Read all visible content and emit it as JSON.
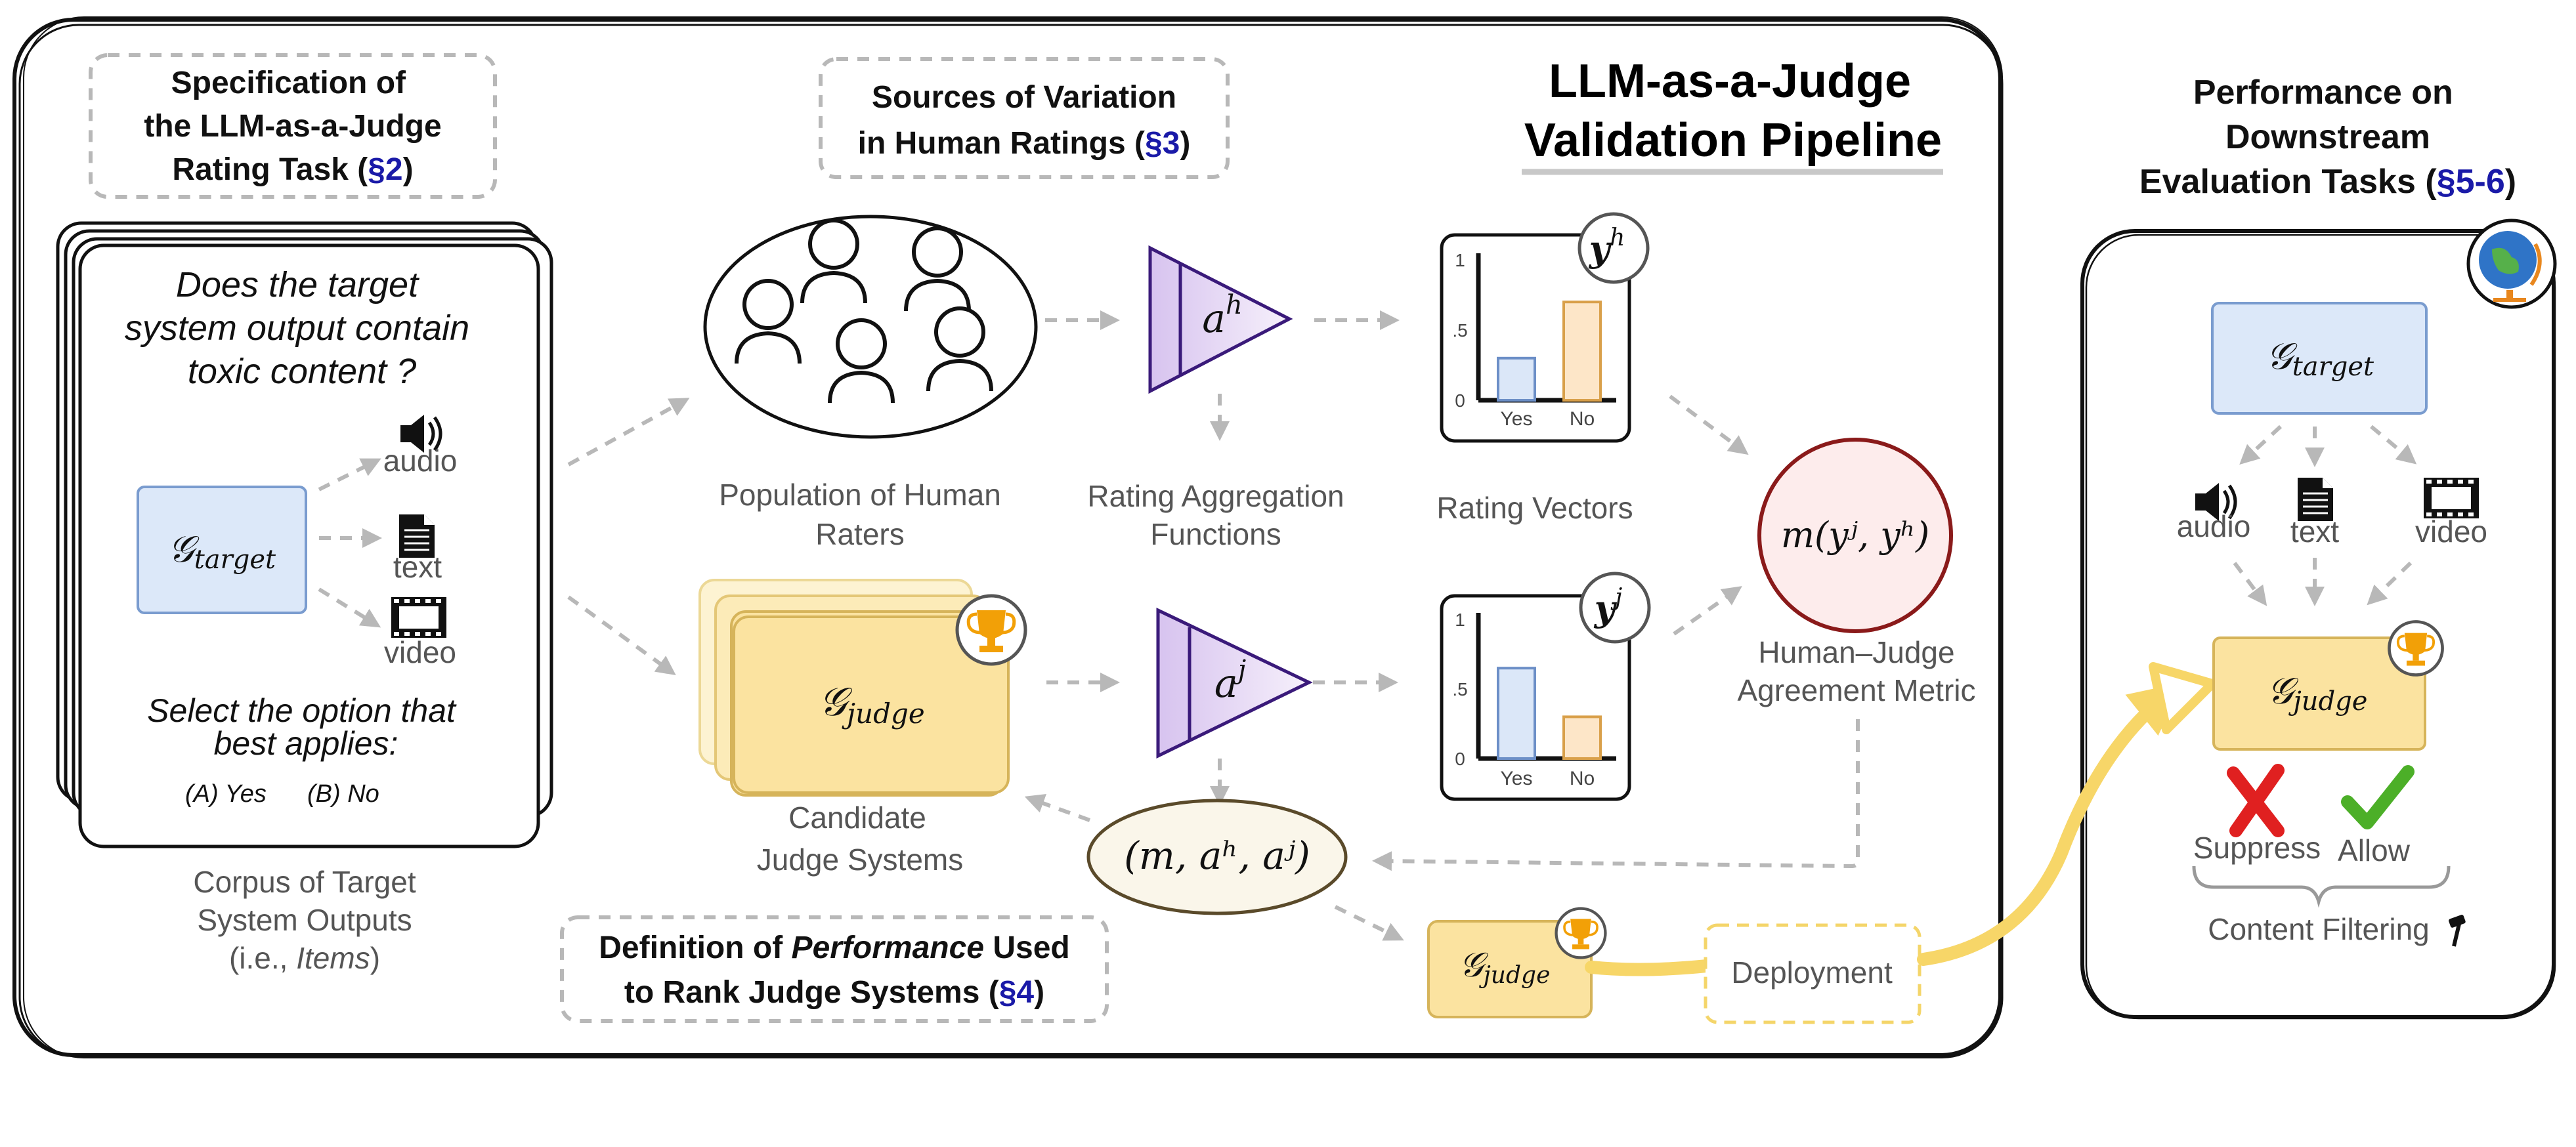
{
  "titles": {
    "pipeline_line1": "LLM-as-a-Judge",
    "pipeline_line2": "Validation Pipeline",
    "spec_line1": "Specification of",
    "spec_line2": "the LLM-as-a-Judge",
    "spec_line3": "Rating Task (",
    "spec_ref": "§2",
    "spec_close": ")",
    "sources_line1": "Sources of Variation",
    "sources_line2": "in Human Ratings (",
    "sources_ref": "§3",
    "sources_close": ")",
    "definition_line1a": "Definition of ",
    "definition_line1b": "Performance",
    "definition_line1c": " Used",
    "definition_line2": "to Rank Judge Systems (",
    "definition_ref": "§4",
    "definition_close": ")",
    "downstream_line1": "Performance on",
    "downstream_line2": "Downstream",
    "downstream_line3": "Evaluation Tasks (",
    "downstream_ref": "§5-6",
    "downstream_close": ")"
  },
  "item_card": {
    "question_line1": "Does the target",
    "question_line2": "system output contain",
    "question_line3": "toxic content ?",
    "select_line1": "Select the option that",
    "select_line2": "best applies:",
    "option_a": "(A) Yes",
    "option_b": "(B) No"
  },
  "modalities": {
    "audio": "audio",
    "text": "text",
    "video": "video"
  },
  "models": {
    "target_base": "𝒢",
    "target_sub": "target",
    "judge_base": "𝒢",
    "judge_sub": "judge"
  },
  "labels": {
    "corpus_line1": "Corpus of Target",
    "corpus_line2": "System Outputs",
    "corpus_line3a": "(i.e., ",
    "corpus_line3b": "Items",
    "corpus_line3c": ")",
    "population_line1": "Population of Human",
    "population_line2": "Raters",
    "aggregation_line1": "Rating Aggregation",
    "aggregation_line2": "Functions",
    "rating_vectors": "Rating Vectors",
    "candidate_line1": "Candidate",
    "candidate_line2": "Judge Systems",
    "agreement_line1": "Human–Judge",
    "agreement_line2": "Agreement Metric",
    "deployment": "Deployment",
    "suppress": "Suppress",
    "allow": "Allow",
    "content_filtering": "Content Filtering"
  },
  "math": {
    "a_h_base": "a",
    "a_h_sup": "h",
    "a_j_base": "a",
    "a_j_sup": "j",
    "y_h_base": "y",
    "y_h_sup": "h",
    "y_j_base": "y",
    "y_j_sup": "j",
    "metric": "m(yʲ, yʰ)",
    "tuple": "(m, aʰ, aʲ)"
  },
  "chart_data": [
    {
      "type": "bar",
      "series_label": "y^h",
      "categories": [
        "Yes",
        "No"
      ],
      "values": [
        0.3,
        0.7
      ],
      "ylim": [
        0,
        1
      ],
      "yticks": [
        "0",
        ".5",
        "1"
      ],
      "colors": [
        "#dbe7f8",
        "#fde6c8"
      ],
      "strokes": [
        "#6c8fc7",
        "#d9a04a"
      ]
    },
    {
      "type": "bar",
      "series_label": "y^j",
      "categories": [
        "Yes",
        "No"
      ],
      "values": [
        0.65,
        0.3
      ],
      "ylim": [
        0,
        1
      ],
      "yticks": [
        "0",
        ".5",
        "1"
      ],
      "colors": [
        "#dbe7f8",
        "#fde6c8"
      ],
      "strokes": [
        "#6c8fc7",
        "#d9a04a"
      ]
    }
  ],
  "colors": {
    "target_fill": "#dce8f9",
    "target_stroke": "#7a9ccf",
    "judge_fill": "#fbe3a0",
    "judge_stroke": "#d6b45a",
    "triangle_fill": "#e8d9f5",
    "triangle_stroke": "#3a1a7a",
    "metric_fill": "#fdecec",
    "metric_stroke": "#8a1a1a",
    "tuple_fill": "#faf6ea",
    "tuple_stroke": "#5a4a2a",
    "ref": "#1a1aa8",
    "deploy_path": "#f7d668",
    "suppress_red": "#e02020",
    "allow_green": "#4caf28"
  }
}
